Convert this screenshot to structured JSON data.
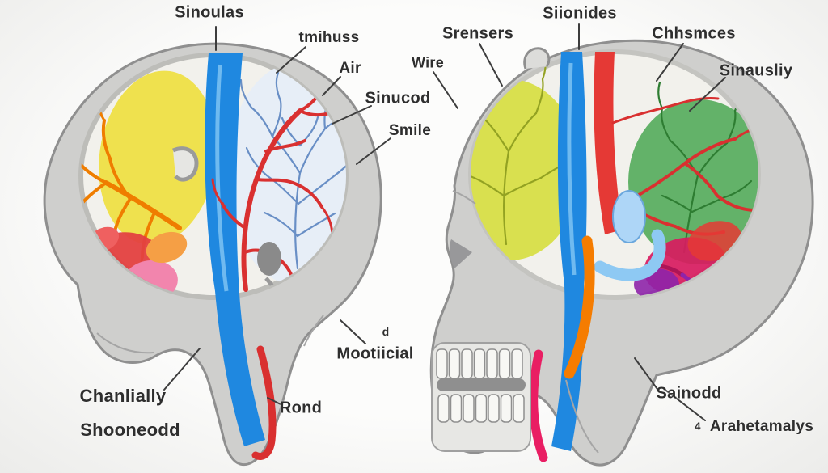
{
  "figure": {
    "type": "anatomical-diagram",
    "description": "Two color-coded skull cross-section illustrations with labeled sinus and vascular structures",
    "panels": [
      {
        "name": "left-skull-cross-section"
      },
      {
        "name": "right-skull-cross-section"
      }
    ]
  },
  "palette": {
    "background": "#f6f6f4",
    "skull_bone": "#cfcfcd",
    "skull_outline": "#8f8f8f",
    "cavity": "#f2f1ec",
    "blue_vessel": "#1f88e0",
    "light_blue": "#aed6f7",
    "red_vessel": "#d93030",
    "orange_vessel": "#ef7d00",
    "yellow_region": "#efe14e",
    "yellow_green_region": "#d9e04f",
    "green_region": "#63b269",
    "magenta": "#d81b60",
    "purple": "#8e24aa",
    "pink": "#f285ad",
    "label_text": "#2e2e2e"
  },
  "labels": [
    {
      "id": "sinoulas",
      "text": "Sinoulas"
    },
    {
      "id": "tmihuss",
      "text": "tmihuss"
    },
    {
      "id": "air",
      "text": "Air"
    },
    {
      "id": "sinucod",
      "text": "Sinucod"
    },
    {
      "id": "smile",
      "text": "Smile"
    },
    {
      "id": "wire",
      "text": "Wire"
    },
    {
      "id": "srensers",
      "text": "Srensers"
    },
    {
      "id": "siionides",
      "text": "Siionides"
    },
    {
      "id": "chhsmces",
      "text": "Chhsmces"
    },
    {
      "id": "sinausliy",
      "text": "Sinausliy"
    },
    {
      "id": "d-small",
      "text": "d"
    },
    {
      "id": "mootiicial",
      "text": "Mootiicial"
    },
    {
      "id": "rond",
      "text": "Rond"
    },
    {
      "id": "chanlially",
      "text": "Chanlially"
    },
    {
      "id": "shooneodd",
      "text": "Shooneodd"
    },
    {
      "id": "sainodd",
      "text": "Sainodd"
    },
    {
      "id": "four-small",
      "text": "4"
    },
    {
      "id": "arahetamalys",
      "text": "Arahetamalys"
    }
  ]
}
